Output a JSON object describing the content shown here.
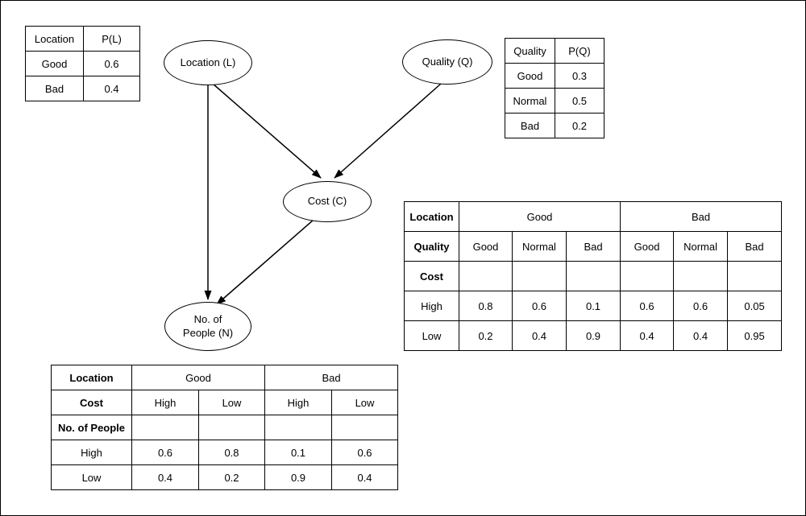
{
  "nodes": {
    "location": "Location (L)",
    "quality": "Quality (Q)",
    "cost": "Cost (C)",
    "people_line1": "No. of",
    "people_line2": "People (N)"
  },
  "tables": {
    "location_prior": {
      "headers": [
        "Location",
        "P(L)"
      ],
      "rows": [
        [
          "Good",
          "0.6"
        ],
        [
          "Bad",
          "0.4"
        ]
      ]
    },
    "quality_prior": {
      "headers": [
        "Quality",
        "P(Q)"
      ],
      "rows": [
        [
          "Good",
          "0.3"
        ],
        [
          "Normal",
          "0.5"
        ],
        [
          "Bad",
          "0.2"
        ]
      ]
    },
    "cost_cpt": {
      "row_location_label": "Location",
      "location_groups": [
        "Good",
        "Bad"
      ],
      "row_quality_label": "Quality",
      "quality_cols": [
        "Good",
        "Normal",
        "Bad",
        "Good",
        "Normal",
        "Bad"
      ],
      "row_cost_label": "Cost",
      "data_rows": [
        {
          "label": "High",
          "values": [
            "0.8",
            "0.6",
            "0.1",
            "0.6",
            "0.6",
            "0.05"
          ]
        },
        {
          "label": "Low",
          "values": [
            "0.2",
            "0.4",
            "0.9",
            "0.4",
            "0.4",
            "0.95"
          ]
        }
      ]
    },
    "people_cpt": {
      "row_location_label": "Location",
      "location_groups": [
        "Good",
        "Bad"
      ],
      "row_cost_label": "Cost",
      "cost_cols": [
        "High",
        "Low",
        "High",
        "Low"
      ],
      "row_people_label": "No. of People",
      "data_rows": [
        {
          "label": "High",
          "values": [
            "0.6",
            "0.8",
            "0.1",
            "0.6"
          ]
        },
        {
          "label": "Low",
          "values": [
            "0.4",
            "0.2",
            "0.9",
            "0.4"
          ]
        }
      ]
    }
  },
  "colors": {
    "stroke": "#000000",
    "background": "#ffffff"
  }
}
